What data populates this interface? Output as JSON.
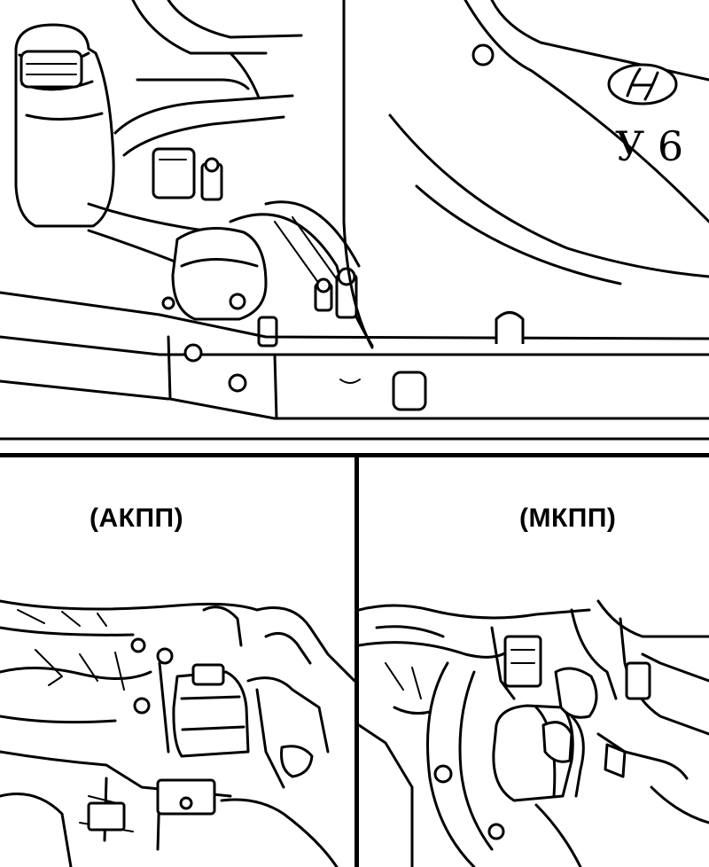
{
  "figure": {
    "top_panel": {
      "engine_badge_text": "У 6"
    },
    "bottom_left": {
      "caption": "(АКПП)"
    },
    "bottom_right": {
      "caption": "(МКПП)"
    }
  }
}
